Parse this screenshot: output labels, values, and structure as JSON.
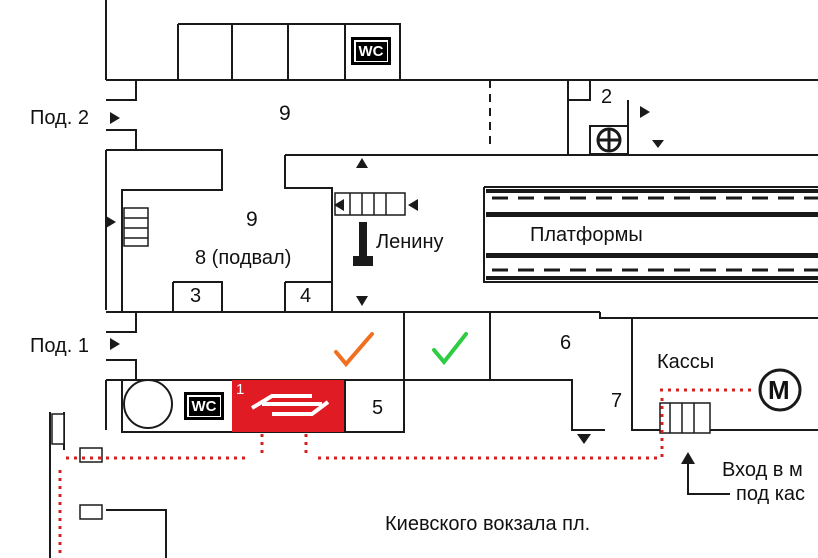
{
  "labels": {
    "entrance_2": "Под. 2",
    "entrance_1": "Под. 1",
    "hall_top": "9",
    "hall_mid": "9",
    "basement": "8 (подвал)",
    "room_2": "2",
    "room_3": "3",
    "room_4": "4",
    "room_5": "5",
    "room_6": "6",
    "room_7": "7",
    "rail_room": "1",
    "lenin": "Ленину",
    "platforms": "Платформы",
    "tickets": "Кассы",
    "metro_line1": "Вход в м",
    "metro_line2": "под кас",
    "square": "Киевского вокзала пл.",
    "wc_top": "WC",
    "wc_bottom": "WC",
    "metro_symbol": "M"
  },
  "colors": {
    "walls": "#1a1a1a",
    "rail_room": "#e01b24",
    "route_arrows": "#d62020",
    "check_orange": "#f07020",
    "check_green": "#2ecc40"
  },
  "icons": [
    "metro-icon",
    "rail-logo-icon",
    "medical-cross-icon",
    "lenin-monument-icon",
    "check-orange-icon",
    "check-green-icon"
  ]
}
